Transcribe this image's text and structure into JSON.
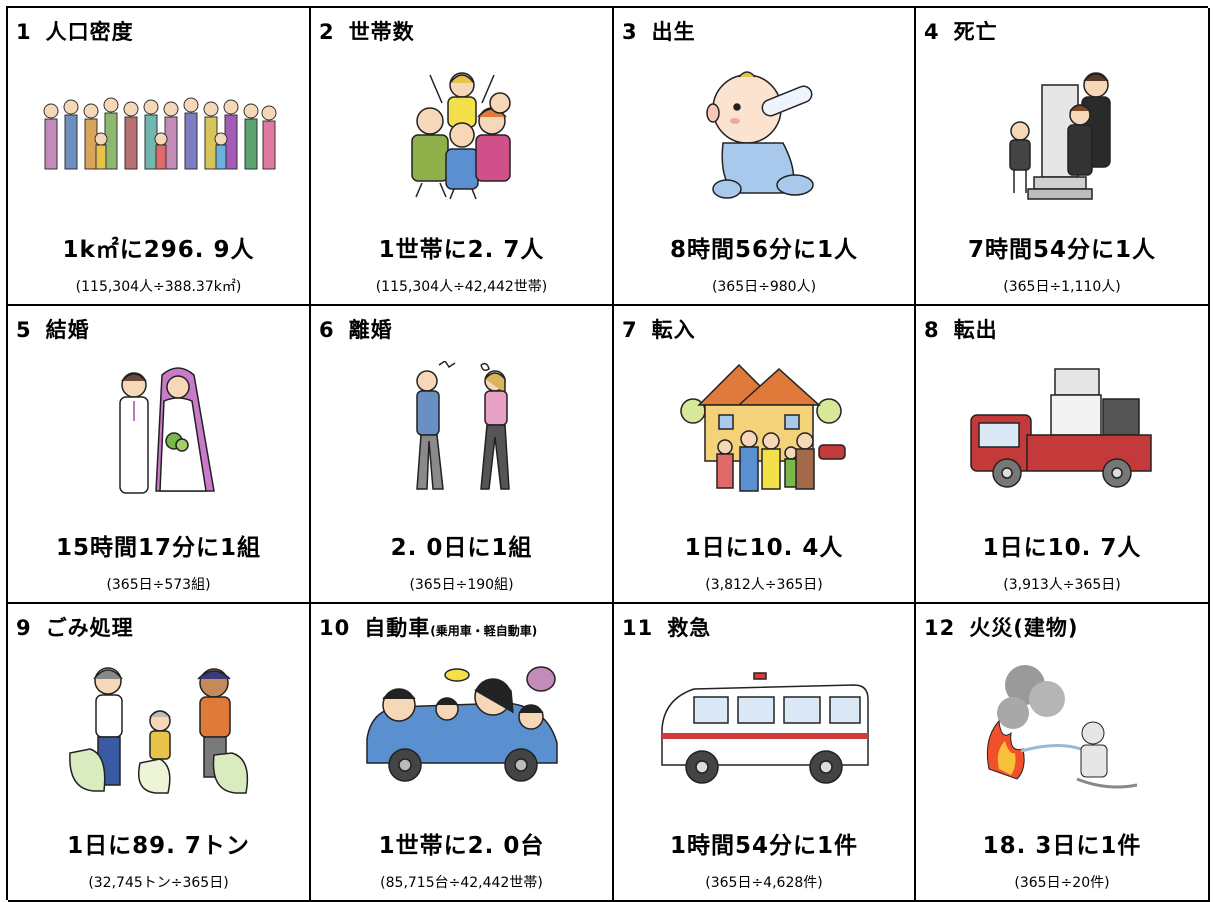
{
  "cells": [
    {
      "num": "1",
      "title": "人口密度",
      "subtitle": "",
      "main": "1k㎡に296. 9人",
      "sub": "(115,304人÷388.37k㎡)",
      "icon": "crowd-icon"
    },
    {
      "num": "2",
      "title": "世帯数",
      "subtitle": "",
      "main": "1世帯に2. 7人",
      "sub": "(115,304人÷42,442世帯)",
      "icon": "family-icon"
    },
    {
      "num": "3",
      "title": "出生",
      "subtitle": "",
      "main": "8時間56分に1人",
      "sub": "(365日÷980人)",
      "icon": "baby-icon"
    },
    {
      "num": "4",
      "title": "死亡",
      "subtitle": "",
      "main": "7時間54分に1人",
      "sub": "(365日÷1,110人)",
      "icon": "grave-icon"
    },
    {
      "num": "5",
      "title": "結婚",
      "subtitle": "",
      "main": "15時間17分に1組",
      "sub": "(365日÷573組)",
      "icon": "wedding-couple-icon"
    },
    {
      "num": "6",
      "title": "離婚",
      "subtitle": "",
      "main": "2. 0日に1組",
      "sub": "(365日÷190組)",
      "icon": "arguing-couple-icon"
    },
    {
      "num": "7",
      "title": "転入",
      "subtitle": "",
      "main": "1日に10. 4人",
      "sub": "(3,812人÷365日)",
      "icon": "house-family-icon"
    },
    {
      "num": "8",
      "title": "転出",
      "subtitle": "",
      "main": "1日に10. 7人",
      "sub": "(3,913人÷365日)",
      "icon": "moving-truck-icon"
    },
    {
      "num": "9",
      "title": "ごみ処理",
      "subtitle": "",
      "main": "1日に89. 7トン",
      "sub": "(32,745トン÷365日)",
      "icon": "garbage-bags-icon"
    },
    {
      "num": "10",
      "title": "自動車",
      "subtitle": "(乗用車・軽自動車)",
      "main": "1世帯に2. 0台",
      "sub": "(85,715台÷42,442世帯)",
      "icon": "family-car-icon"
    },
    {
      "num": "11",
      "title": "救急",
      "subtitle": "",
      "main": "1時間54分に1件",
      "sub": "(365日÷4,628件)",
      "icon": "ambulance-icon"
    },
    {
      "num": "12",
      "title": "火災(建物)",
      "subtitle": "",
      "main": "18. 3日に1件",
      "sub": "(365日÷20件)",
      "icon": "firefighter-icon"
    }
  ]
}
